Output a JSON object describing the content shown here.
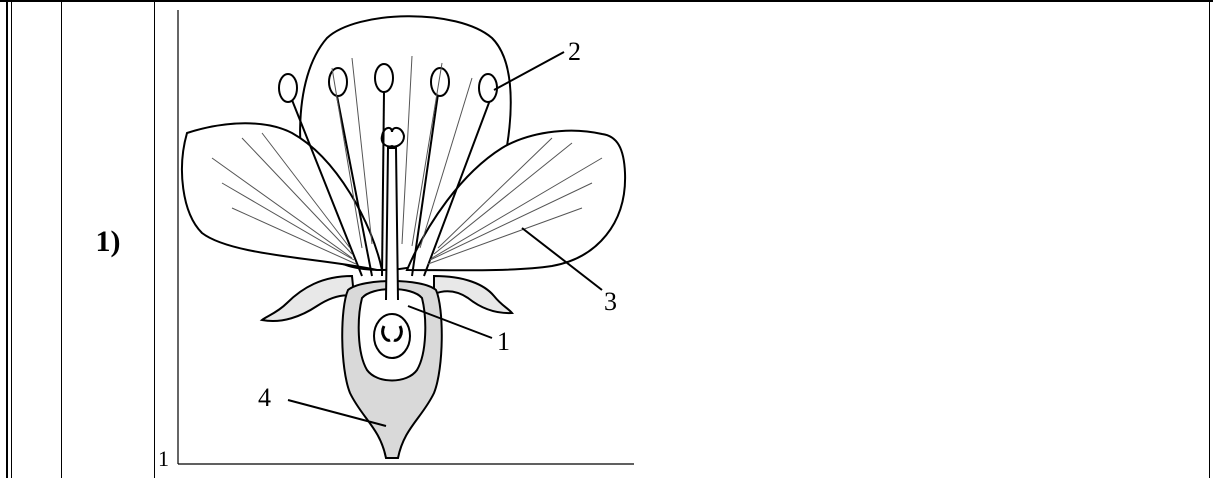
{
  "row": {
    "number_label": "1)",
    "image_caption_digit": "1"
  },
  "figure": {
    "callouts": {
      "c1": "1",
      "c2": "2",
      "c3": "3",
      "c4": "4"
    }
  }
}
